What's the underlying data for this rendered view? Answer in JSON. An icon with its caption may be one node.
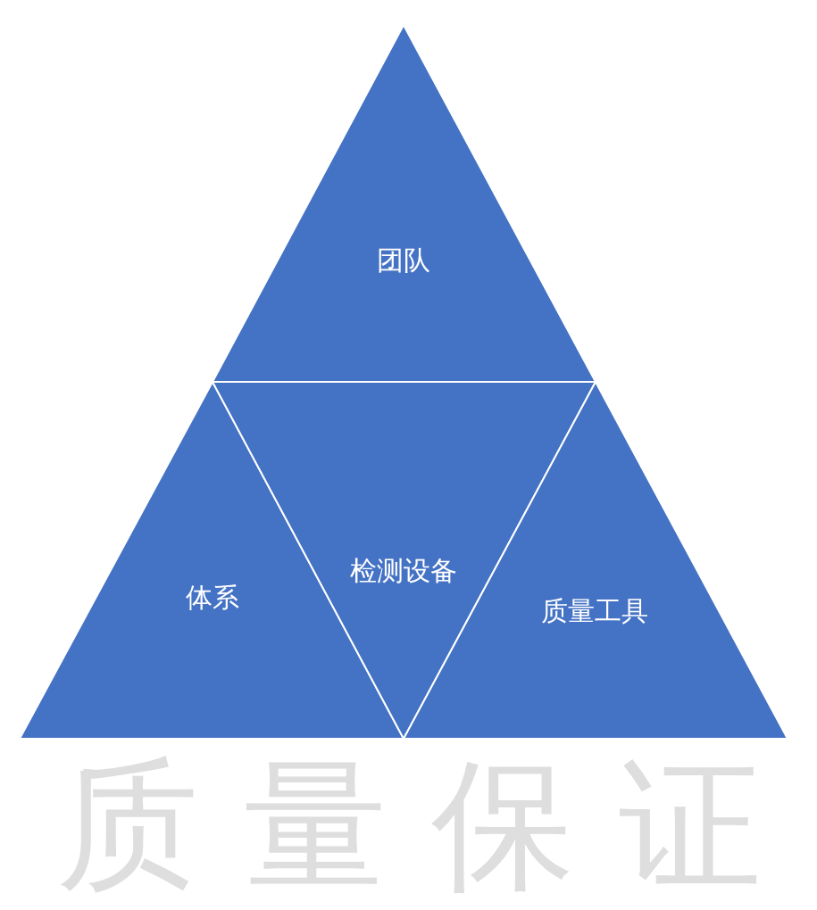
{
  "diagram": {
    "title": "质量保证",
    "nodes": [
      {
        "text": [
          "团队"
        ]
      },
      {
        "text": [
          "体系"
        ]
      },
      {
        "text": [
          "检测设备"
        ]
      },
      {
        "text": [
          "质量工具"
        ]
      }
    ]
  }
}
